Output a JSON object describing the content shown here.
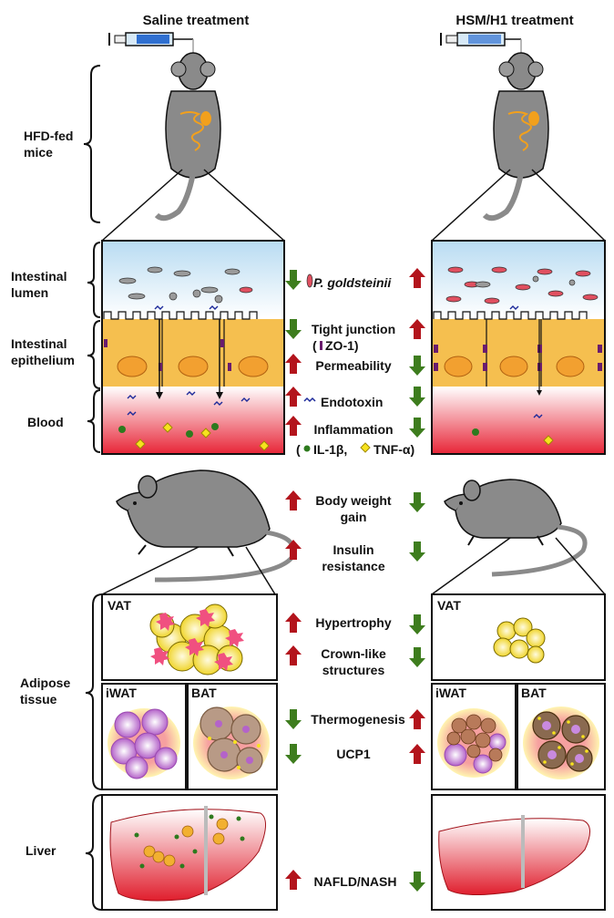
{
  "headers": {
    "left": "Saline treatment",
    "right": "HSM/H1 treatment"
  },
  "side_labels": {
    "hfd_mice": "HFD-fed\nmice",
    "lumen": "Intestinal\nlumen",
    "epithelium": "Intestinal\nepithelium",
    "blood": "Blood",
    "adipose": "Adipose\ntissue",
    "liver": "Liver"
  },
  "comparisons": {
    "bacteria": "P. goldsteinii",
    "tight_junction": "Tight junction",
    "zo1": "ZO-1)",
    "zo1_open": "(",
    "permeability": "Permeability",
    "endotoxin": "Endotoxin",
    "inflammation": "Inflammation",
    "il1b": "IL-1β,",
    "tnfa": "TNF-α)",
    "cytokine_open": "(",
    "body_weight": "Body weight\ngain",
    "insulin": "Insulin\nresistance",
    "hypertrophy": "Hypertrophy",
    "crown": "Crown-like\nstructures",
    "thermogenesis": "Thermogenesis",
    "ucp1": "UCP1",
    "nafld": "NAFLD/NASH"
  },
  "panel_tags": {
    "vat": "VAT",
    "iwat": "iWAT",
    "bat": "BAT"
  },
  "colors": {
    "up": "#b3141c",
    "down": "#3e7d1e",
    "mouse": "#8a8a8a",
    "cell": "#f4c04a",
    "blood": "#e8283a"
  }
}
